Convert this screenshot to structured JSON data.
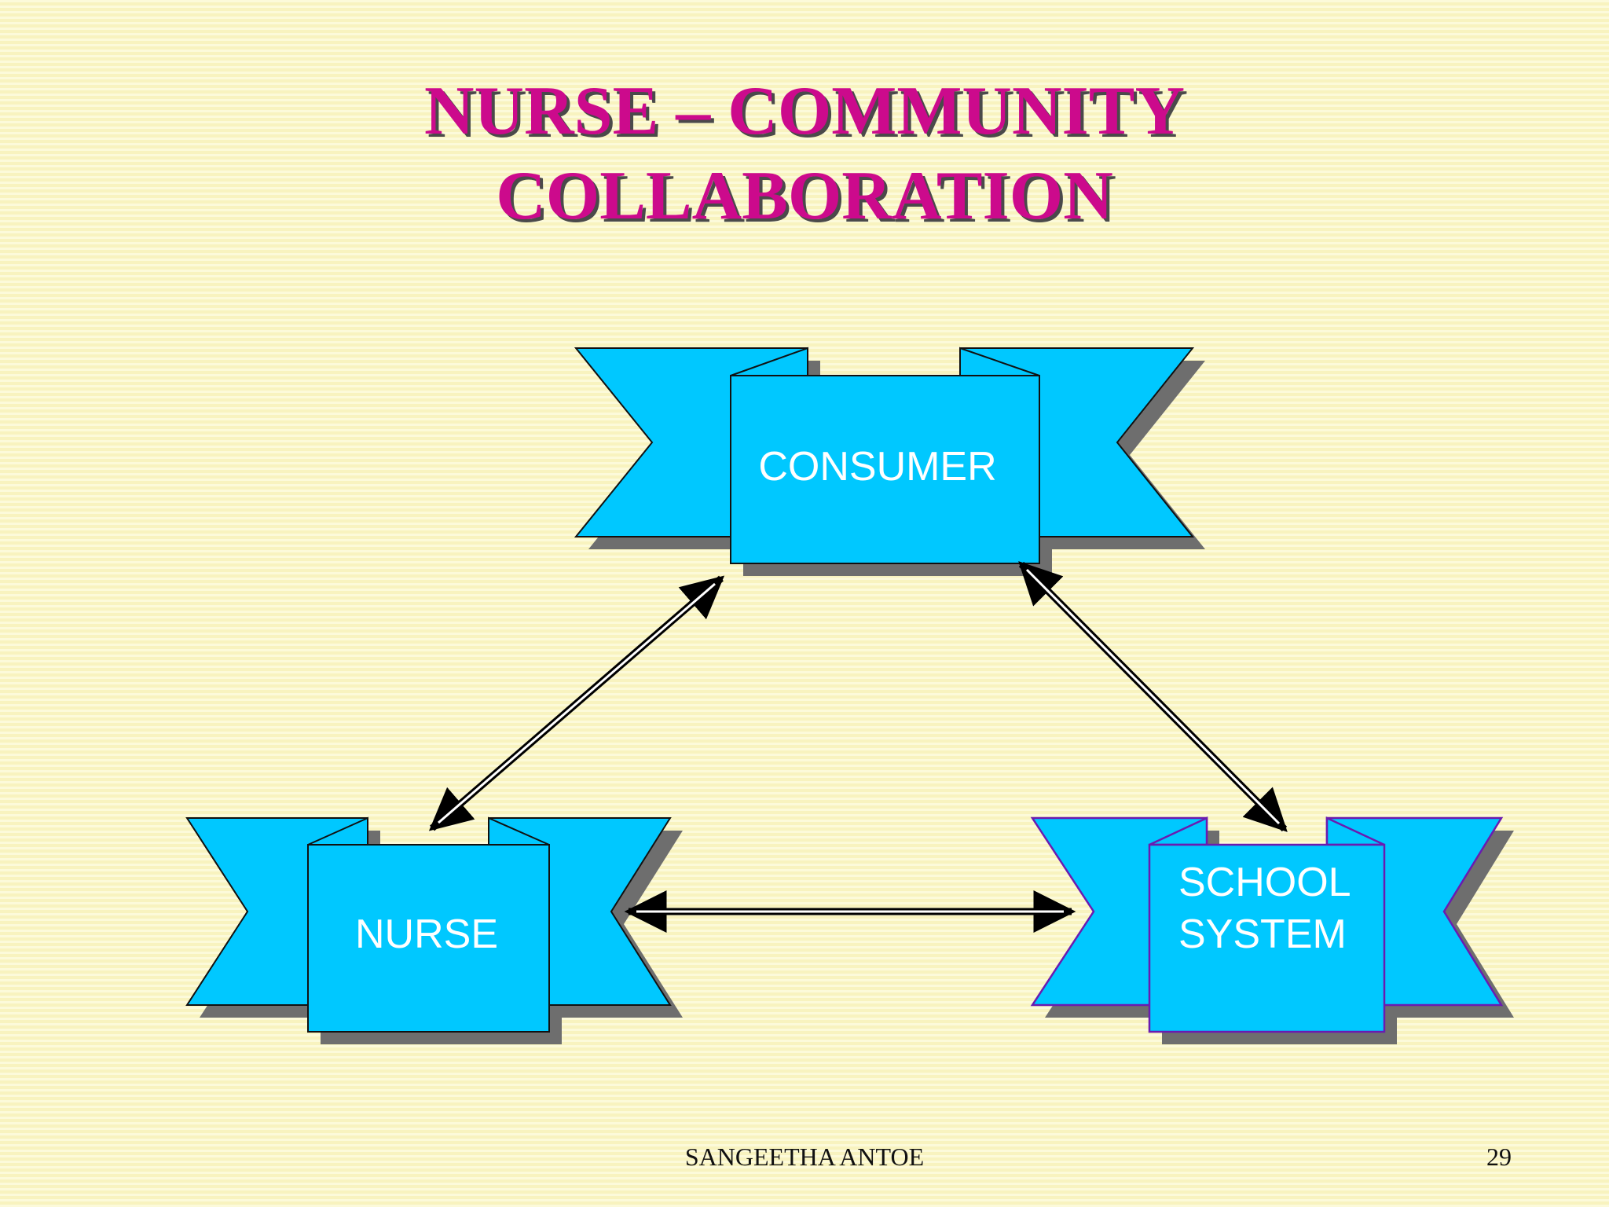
{
  "slide": {
    "title_line1": "NURSE – COMMUNITY",
    "title_line2": "COLLABORATION",
    "footer_author": "SANGEETHA ANTOE",
    "page_number": "29"
  },
  "diagram": {
    "nodes": [
      {
        "id": "consumer",
        "lines": [
          "CONSUMER"
        ]
      },
      {
        "id": "nurse",
        "lines": [
          "NURSE"
        ]
      },
      {
        "id": "school",
        "lines": [
          "SCHOOL",
          "SYSTEM"
        ]
      }
    ],
    "edges": [
      {
        "from": "nurse",
        "to": "consumer",
        "direction": "both"
      },
      {
        "from": "consumer",
        "to": "school",
        "direction": "both"
      },
      {
        "from": "nurse",
        "to": "school",
        "direction": "both"
      }
    ]
  },
  "colors": {
    "background": "#f8f3bf",
    "title": "#cc0a8c",
    "banner_fill": "#00c8ff",
    "school_outline": "#6a1bb0"
  }
}
